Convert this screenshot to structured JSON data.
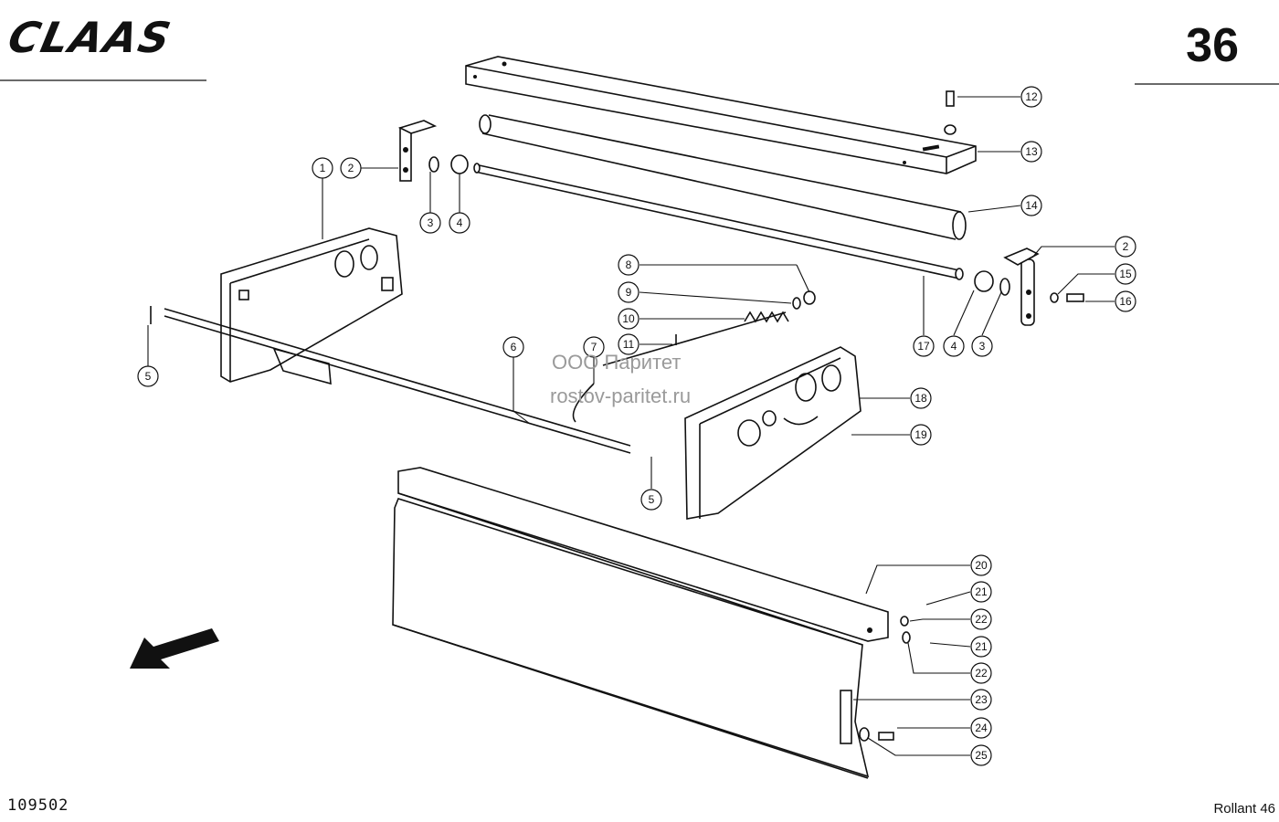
{
  "header": {
    "brand": "CLAAS",
    "page_number": "36"
  },
  "footer": {
    "drawing_number": "109502",
    "model": "Rollant 46"
  },
  "watermark": {
    "line1": "ООО Паритет",
    "line2": "rostov-paritet.ru"
  },
  "icons": {
    "direction": "arrow-down-left-icon"
  },
  "callouts": {
    "c1": "1",
    "c2a": "2",
    "c3a": "3",
    "c4a": "4",
    "c5a": "5",
    "c6": "6",
    "c7": "7",
    "c8": "8",
    "c9": "9",
    "c10": "10",
    "c11": "11",
    "c5b": "5",
    "c12": "12",
    "c13": "13",
    "c14": "14",
    "c2b": "2",
    "c15": "15",
    "c16": "16",
    "c17": "17",
    "c4b": "4",
    "c3b": "3",
    "c18": "18",
    "c19": "19",
    "c20": "20",
    "c21a": "21",
    "c22a": "22",
    "c21b": "21",
    "c22b": "22",
    "c23": "23",
    "c24": "24",
    "c25": "25"
  }
}
